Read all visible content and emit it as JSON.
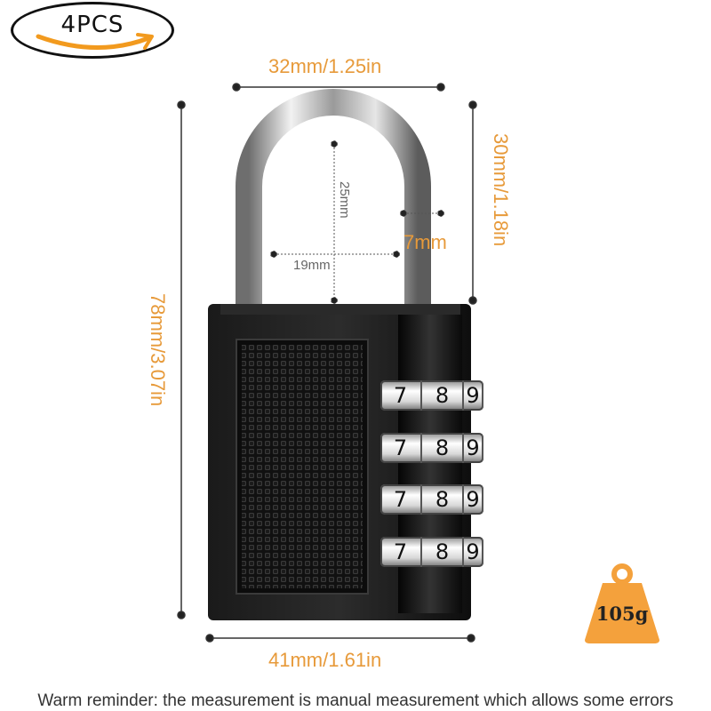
{
  "badge": {
    "text": "4PCS"
  },
  "dimensions": {
    "top_width": "32mm/1.25in",
    "shackle_height": "30mm/1.18in",
    "total_height": "78mm/3.07in",
    "body_width": "41mm/1.61in",
    "inner_height": "25mm",
    "inner_width": "19mm",
    "shackle_thickness": "7mm"
  },
  "dials": [
    {
      "digits": [
        "7",
        "8",
        "9"
      ]
    },
    {
      "digits": [
        "7",
        "8",
        "9"
      ]
    },
    {
      "digits": [
        "7",
        "8",
        "9"
      ]
    },
    {
      "digits": [
        "7",
        "8",
        "9"
      ]
    }
  ],
  "weight": {
    "text": "105g"
  },
  "reminder": "Warm reminder: the measurement is manual measurement which allows some errors",
  "colors": {
    "dimension": "#e79a3a",
    "weight": "#f4a13c",
    "badge_arrow": "#f29a1e"
  }
}
